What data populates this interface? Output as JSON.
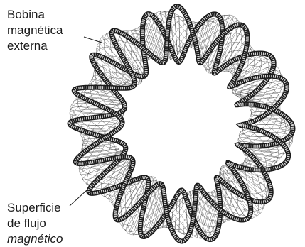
{
  "labels": {
    "coil": [
      "Bobina",
      "magnética",
      "externa"
    ],
    "surface": [
      "Superficie",
      "de flujo",
      "magnético"
    ]
  },
  "colors": {
    "ink": "#1a1a1a",
    "mesh": "#2a2a2a",
    "background": "#ffffff"
  }
}
